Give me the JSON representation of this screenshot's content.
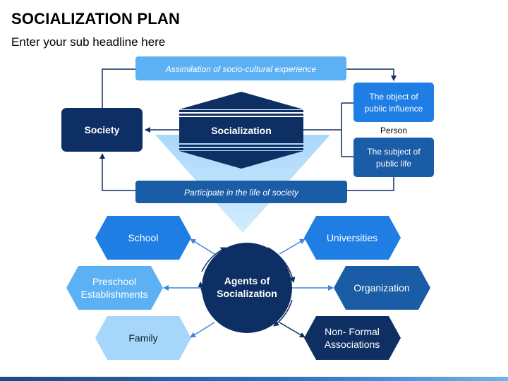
{
  "header": {
    "title": "SOCIALIZATION PLAN",
    "subtitle": "Enter your sub headline here"
  },
  "top_cycle": {
    "banner_top": "Assimilation of socio-cultural experience",
    "banner_bottom": "Participate in the life of society",
    "society": "Society",
    "socialization": "Socialization",
    "object_line1": "The object of",
    "object_line2": "public influence",
    "person": "Person",
    "subject_line1": "The subject of",
    "subject_line2": "public life"
  },
  "agents": {
    "center_line1": "Agents of",
    "center_line2": "Socialization",
    "school": "School",
    "preschool_line1": "Preschool",
    "preschool_line2": "Establishments",
    "family": "Family",
    "universities": "Universities",
    "organization": "Organization",
    "nonformal_line1": "Non- Formal",
    "nonformal_line2": "Associations"
  },
  "colors": {
    "navy": "#0e2f63",
    "blue": "#1a5da6",
    "bright": "#1e7ee4",
    "light": "#5cb1f5",
    "pale": "#a6d6fa"
  }
}
